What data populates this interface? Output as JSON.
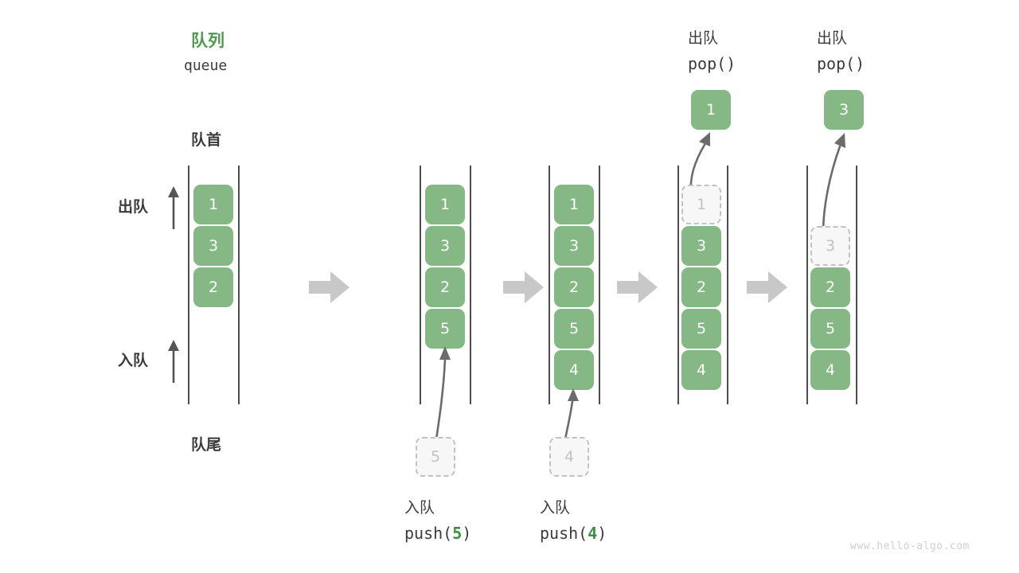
{
  "diagram": {
    "title_cn": "队列",
    "title_en": "queue",
    "front_label": "队首",
    "rear_label": "队尾",
    "legend": [
      {
        "name": "dequeue",
        "label": "出队",
        "direction": "up"
      },
      {
        "name": "enqueue",
        "label": "入队",
        "direction": "up"
      }
    ],
    "accent_color": "#4e9a51",
    "node_color": "#85b884",
    "ghost_color": "#f7f7f7",
    "rail_color": "#4d4d4d",
    "step_arrow_color": "#c8c8c8",
    "watermark": "www.hello-algo.com"
  },
  "stages": [
    {
      "id": "initial",
      "name": "initial-queue",
      "header_cn": "",
      "header_code": "",
      "nodes": [
        "1",
        "3",
        "2"
      ],
      "ghost_index": -1,
      "incoming": null,
      "popped": null
    },
    {
      "id": "push5",
      "name": "push-5",
      "header_cn": "",
      "header_code": "",
      "nodes": [
        "1",
        "3",
        "2",
        "5"
      ],
      "ghost_index": -1,
      "incoming": {
        "value": "5",
        "op_cn": "入队",
        "op_prefix": "push(",
        "op_arg": "5",
        "op_suffix": ")"
      },
      "popped": null
    },
    {
      "id": "push4",
      "name": "push-4",
      "header_cn": "",
      "header_code": "",
      "nodes": [
        "1",
        "3",
        "2",
        "5",
        "4"
      ],
      "ghost_index": -1,
      "incoming": {
        "value": "4",
        "op_cn": "入队",
        "op_prefix": "push(",
        "op_arg": "4",
        "op_suffix": ")"
      },
      "popped": null
    },
    {
      "id": "pop1",
      "name": "pop-1",
      "header_cn": "出队",
      "header_code": "pop()",
      "nodes": [
        "1",
        "3",
        "2",
        "5",
        "4"
      ],
      "ghost_index": 0,
      "incoming": null,
      "popped": {
        "value": "1"
      }
    },
    {
      "id": "pop3",
      "name": "pop-3",
      "header_cn": "出队",
      "header_code": "pop()",
      "nodes": [
        "3",
        "2",
        "5",
        "4"
      ],
      "ghost_index": 0,
      "incoming": null,
      "popped": {
        "value": "3"
      }
    }
  ],
  "step_arrows": [
    {
      "name": "step-arrow-1"
    },
    {
      "name": "step-arrow-2"
    },
    {
      "name": "step-arrow-3"
    },
    {
      "name": "step-arrow-4"
    }
  ]
}
